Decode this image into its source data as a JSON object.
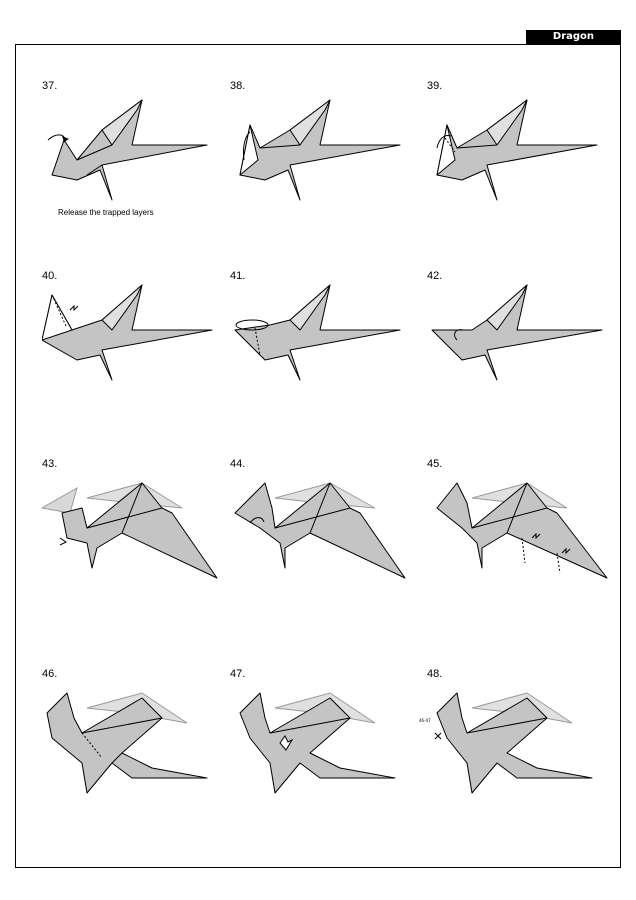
{
  "header": {
    "title": "Dragon"
  },
  "steps": [
    {
      "number": "37."
    },
    {
      "number": "38."
    },
    {
      "number": "39."
    },
    {
      "number": "40."
    },
    {
      "number": "41."
    },
    {
      "number": "42."
    },
    {
      "number": "43."
    },
    {
      "number": "44."
    },
    {
      "number": "45."
    },
    {
      "number": "46."
    },
    {
      "number": "47."
    },
    {
      "number": "48."
    }
  ],
  "caption": "Release the trapped layers",
  "step48_ref": "46-47",
  "colors": {
    "paper_gray": "#c4c4c4",
    "light_gray": "#d8d8d8",
    "ink": "#000000"
  }
}
